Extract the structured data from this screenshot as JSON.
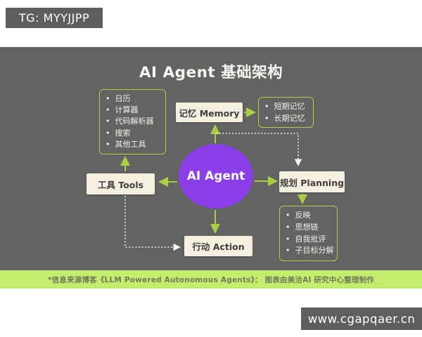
{
  "badges": {
    "telegram": "TG: MYYJJPP",
    "website": "www.cgapqaer.cn"
  },
  "bullet": "•",
  "diagram": {
    "title": "AI Agent 基础架构",
    "center_label": "AI Agent",
    "nodes": {
      "memory": "记忆 Memory",
      "tools": "工具 Tools",
      "planning": "规划 Planning",
      "action": "行动 Action"
    },
    "tool_examples": [
      "日历",
      "计算器",
      "代码解析器",
      "搜索",
      "其他工具"
    ],
    "memory_types": [
      "短期记忆",
      "长期记忆"
    ],
    "planning_methods": [
      "反映",
      "思想链",
      "自我批评",
      "子目标分解"
    ],
    "footer_note": "*信息来源博客《LLM Powered Autonomous Agents》： 图表由美洽AI 研究中心整理制作"
  },
  "colors": {
    "panel_gray": "#636363",
    "accent_green": "#aacf45",
    "footer_strip_green": "#c3ee6d",
    "agent_purple": "#8a3fe9",
    "card_cream": "#f4efdf"
  }
}
